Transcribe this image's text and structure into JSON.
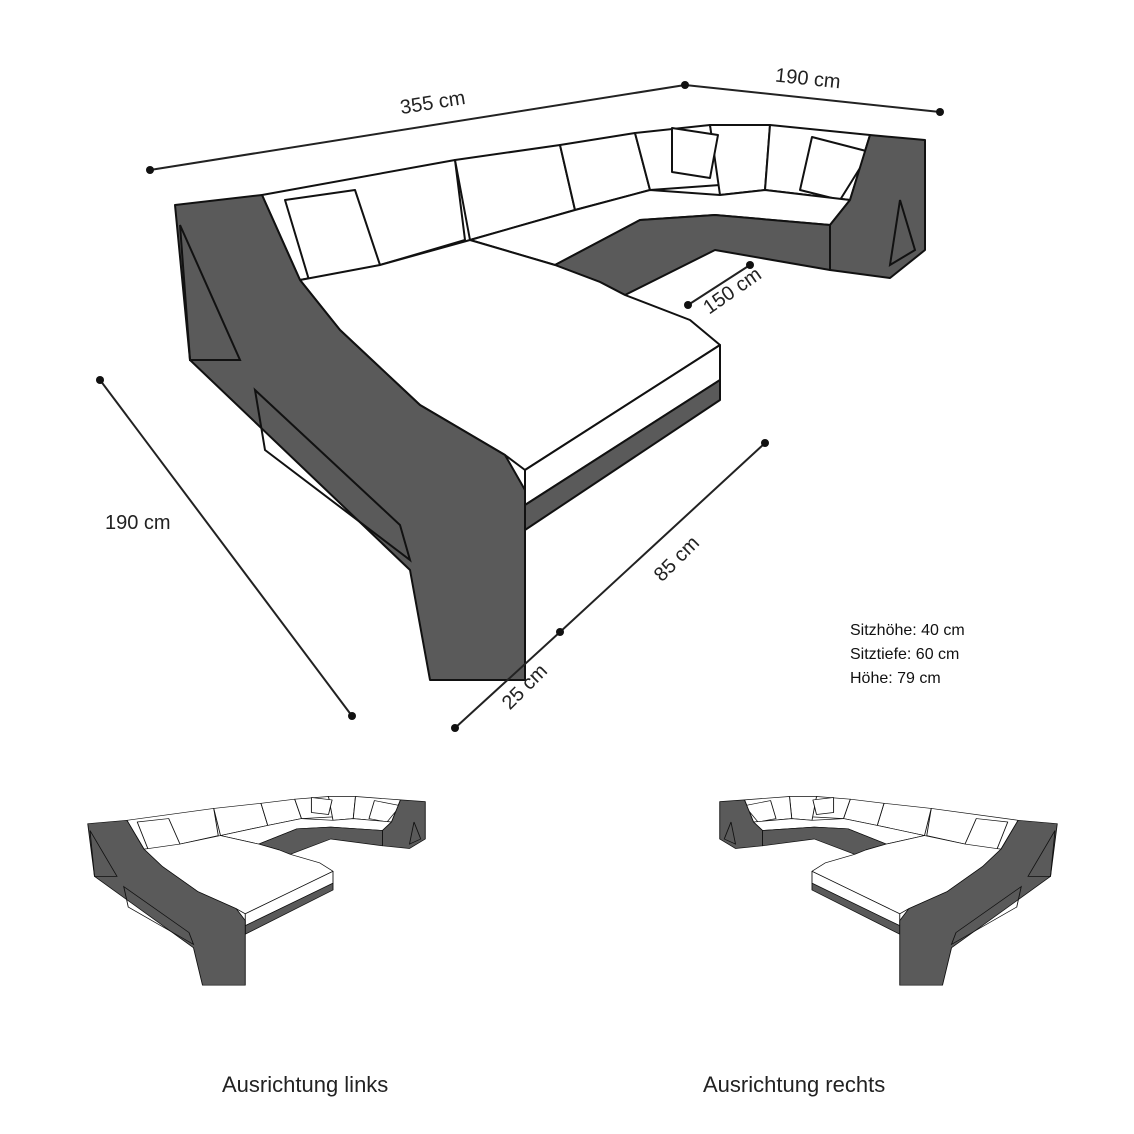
{
  "dimensions": {
    "top_left_width": "355 cm",
    "top_right_width": "190 cm",
    "inner_depth": "150 cm",
    "left_depth": "190 cm",
    "chaise_length": "85 cm",
    "armrest_width": "25 cm"
  },
  "specs": [
    "Sitzhöhe: 40 cm",
    "Sitztiefe: 60 cm",
    "Höhe: 79 cm"
  ],
  "variants": {
    "left_caption": "Ausrichtung links",
    "right_caption": "Ausrichtung rechts"
  },
  "colors": {
    "frame": "#5a5a5a",
    "cushion": "#ffffff",
    "outline": "#111111"
  }
}
